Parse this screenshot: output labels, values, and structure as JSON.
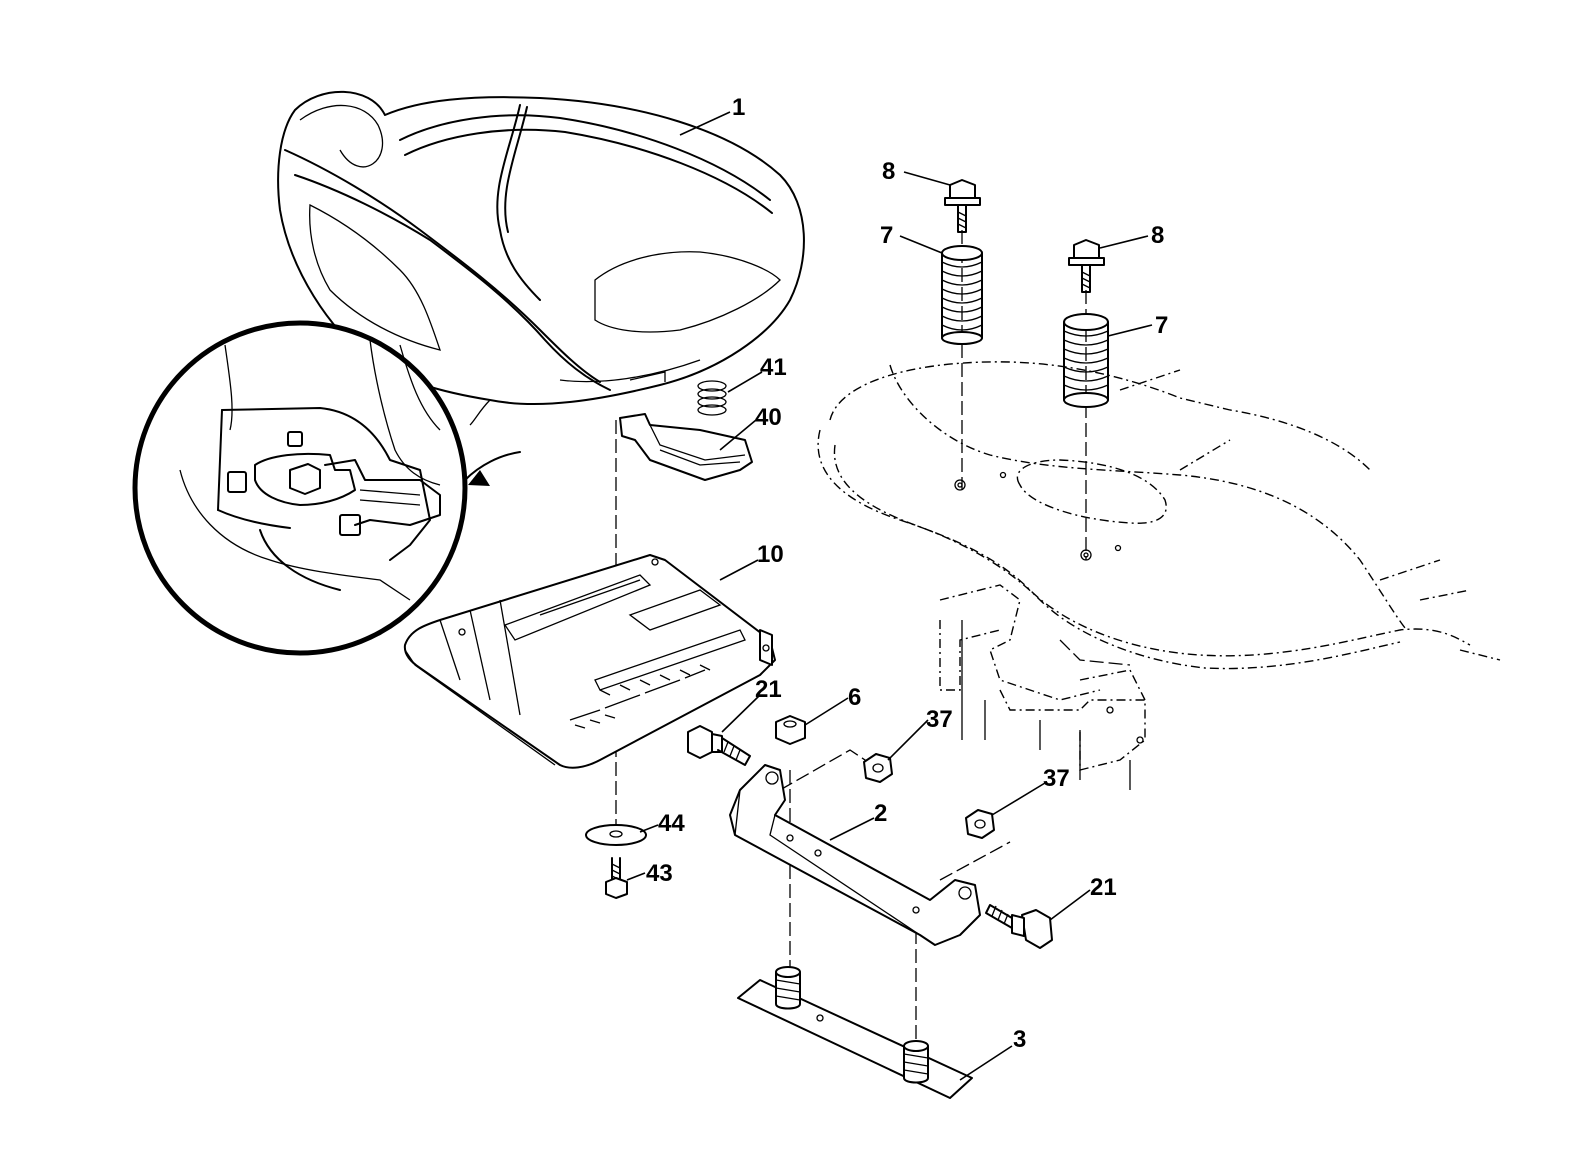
{
  "callouts": {
    "c1": "1",
    "c2": "2",
    "c3": "3",
    "c6": "6",
    "c7a": "7",
    "c7b": "7",
    "c8a": "8",
    "c8b": "8",
    "c10": "10",
    "c21a": "21",
    "c21b": "21",
    "c37a": "37",
    "c37b": "37",
    "c40": "40",
    "c41": "41",
    "c43": "43",
    "c44": "44"
  }
}
